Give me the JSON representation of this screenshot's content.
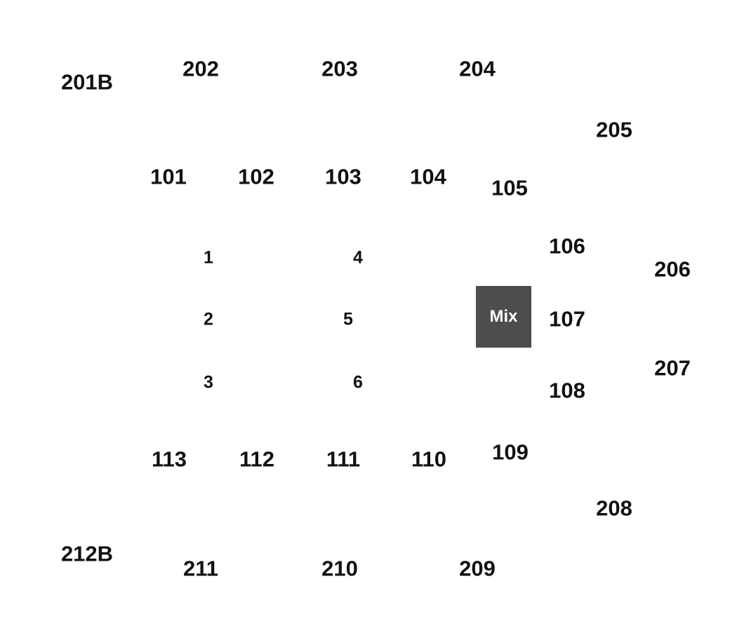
{
  "upper_sections": {
    "s201b": "201B",
    "s202": "202",
    "s203": "203",
    "s204": "204",
    "s205": "205",
    "s206": "206",
    "s207": "207",
    "s208": "208",
    "s209": "209",
    "s210": "210",
    "s211": "211",
    "s212b": "212B"
  },
  "lower_sections": {
    "s101": "101",
    "s102": "102",
    "s103": "103",
    "s104": "104",
    "s105": "105",
    "s106": "106",
    "s107": "107",
    "s108": "108",
    "s109": "109",
    "s110": "110",
    "s111": "111",
    "s112": "112",
    "s113": "113"
  },
  "floor_sections": {
    "f1": "1",
    "f2": "2",
    "f3": "3",
    "f4": "4",
    "f5": "5",
    "f6": "6"
  },
  "mix": {
    "label": "Mix",
    "color": "#4d4d4d"
  },
  "label_color": "#111111"
}
